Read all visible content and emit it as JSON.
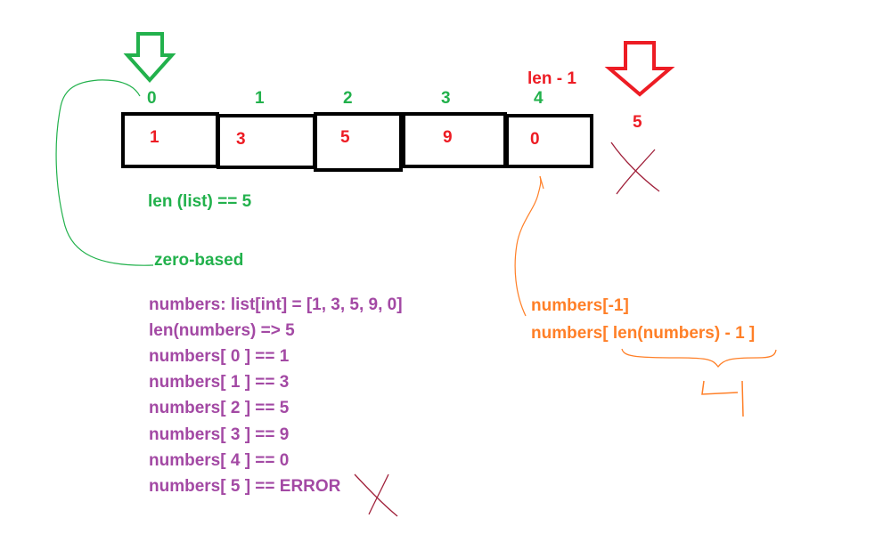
{
  "colors": {
    "green": "#22b14c",
    "red": "#ed1c24",
    "purple": "#a349a4",
    "orange": "#ff7f27",
    "black": "#000000"
  },
  "array": {
    "indices": [
      "0",
      "1",
      "2",
      "3",
      "4"
    ],
    "values": [
      "1",
      "3",
      "5",
      "9",
      "0"
    ],
    "out_of_range_index": "5",
    "last_index_label": "len - 1"
  },
  "notes": {
    "length": "len (list) == 5",
    "zero_based": "zero-based"
  },
  "code": [
    "numbers: list[int] = [1, 3, 5, 9, 0]",
    "len(numbers) => 5",
    "numbers[ 0 ] == 1",
    "numbers[ 1 ] == 3",
    "numbers[ 2 ] == 5",
    "numbers[ 3 ] == 9",
    "numbers[ 4 ] == 0",
    "numbers[ 5 ] == ERROR"
  ],
  "negative_index": {
    "line1": "numbers[-1]",
    "line2": "numbers[ len(numbers) - 1 ]"
  },
  "icons": [
    "down-arrow-icon",
    "cross-icon"
  ]
}
